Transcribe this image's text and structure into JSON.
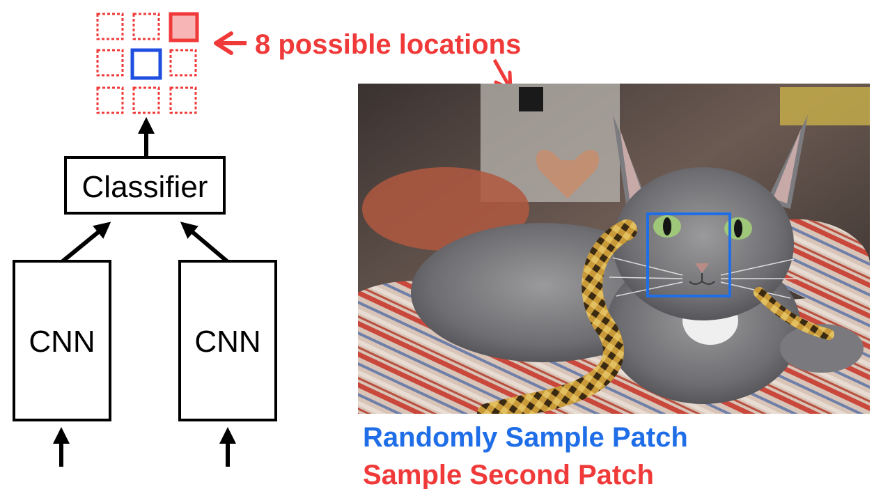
{
  "grid_label": "8 possible locations",
  "classifier_label": "Classifier",
  "cnn_left_label": "CNN",
  "cnn_right_label": "CNN",
  "caption_first": "Randomly Sample Patch",
  "caption_second": "Sample Second Patch",
  "colors": {
    "red": "#f03a3a",
    "blue": "#1f6ee8",
    "selected_fill": "#f7b5b5"
  },
  "photo": {
    "subject": "grey kitten lying on striped blanket with a toy snake",
    "patch_highlight": "blue square around the kitten's face"
  }
}
